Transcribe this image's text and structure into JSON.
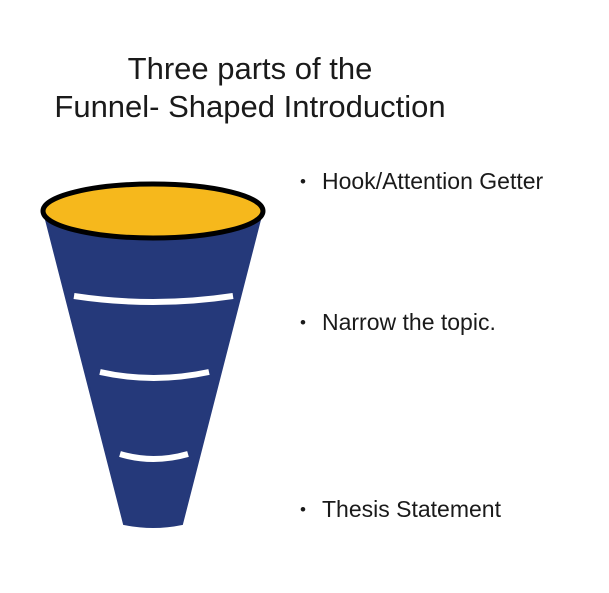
{
  "title": {
    "line1": "Three parts of the",
    "line2": "Funnel- Shaped Introduction"
  },
  "funnel": {
    "icon": "funnel-icon",
    "rim_color": "#f6b81c",
    "body_color": "#25397a",
    "band_color": "#ffffff",
    "outline_color": "#000000"
  },
  "bullets": [
    {
      "text": "Hook/Attention Getter"
    },
    {
      "text": "Narrow the topic."
    },
    {
      "text": "Thesis Statement"
    }
  ],
  "bullet_symbol": "•"
}
